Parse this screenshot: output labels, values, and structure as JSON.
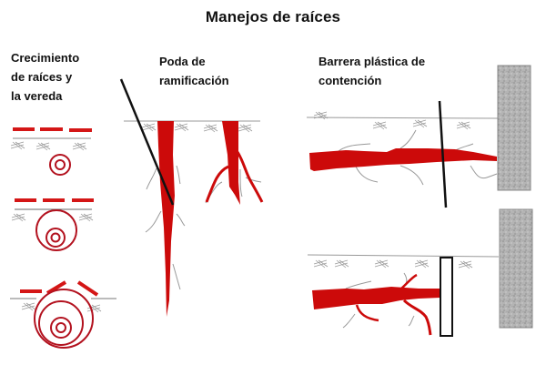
{
  "title": "Manejos de raíces",
  "panels": [
    {
      "id": "growth",
      "label_lines": [
        "Crecimiento",
        "de raíces y",
        "la vereda"
      ]
    },
    {
      "id": "pruning",
      "label_lines": [
        "Poda de",
        "ramificación"
      ]
    },
    {
      "id": "barrier",
      "label_lines": [
        "Barrera plástica de",
        "contención"
      ]
    }
  ],
  "colors": {
    "root_red": "#cc0a0a",
    "ring_red": "#b3121f",
    "soil_line": "#888888",
    "soil_hatch": "#9a9a9a",
    "fine_root": "#9a9a9a",
    "cut_line": "#111111",
    "concrete": "#a9a9a9"
  }
}
